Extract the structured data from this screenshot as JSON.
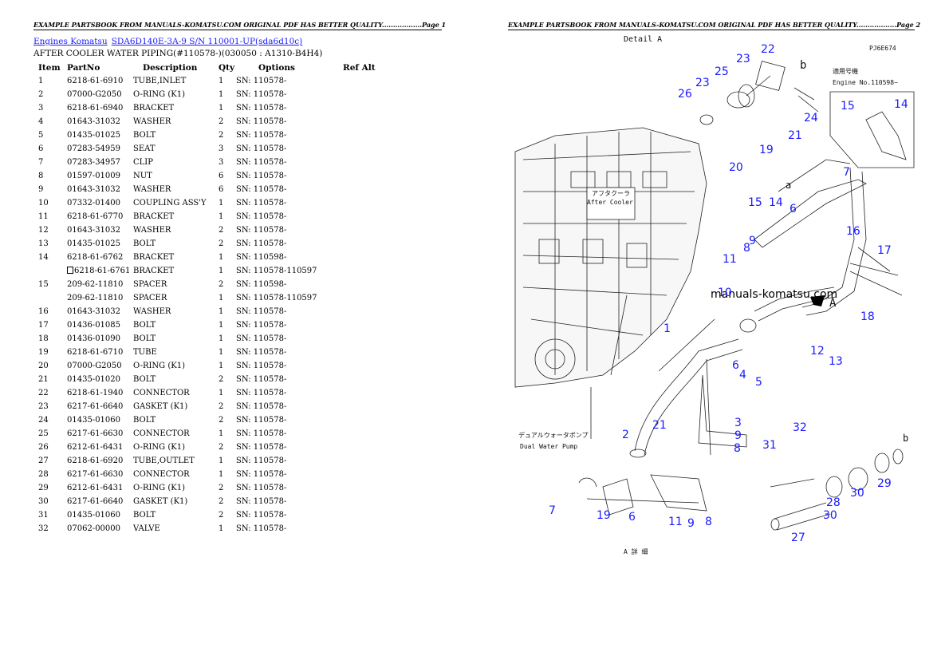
{
  "pages": [
    {
      "header": "EXAMPLE PARTSBOOK FROM MANUALS-KOMATSU.COM ORIGINAL PDF HAS BETTER QUALITY..................Page 1"
    },
    {
      "header": "EXAMPLE PARTSBOOK FROM MANUALS-KOMATSU.COM ORIGINAL PDF HAS BETTER QUALITY..................Page 2"
    }
  ],
  "breadcrumb": {
    "link1": "Engines Komatsu",
    "link2": "SDA6D140E-3A-9 S/N 110001-UP(sda6d10c)"
  },
  "subtitle": "AFTER COOLER WATER PIPING(#110578-)(030050 : A1310-B4H4)",
  "table": {
    "headers": [
      "Item",
      "PartNo",
      "Description",
      "Qty",
      "Options",
      "Ref Alt"
    ],
    "rows": [
      {
        "item": "1",
        "part": "6218-61-6910",
        "desc": "TUBE,INLET",
        "qty": "1",
        "opt": "SN: 110578-"
      },
      {
        "item": "2",
        "part": "07000-G2050",
        "desc": "O-RING (K1)",
        "qty": "1",
        "opt": "SN: 110578-"
      },
      {
        "item": "3",
        "part": "6218-61-6940",
        "desc": "BRACKET",
        "qty": "1",
        "opt": "SN: 110578-"
      },
      {
        "item": "4",
        "part": "01643-31032",
        "desc": "WASHER",
        "qty": "2",
        "opt": "SN: 110578-"
      },
      {
        "item": "5",
        "part": "01435-01025",
        "desc": "BOLT",
        "qty": "2",
        "opt": "SN: 110578-"
      },
      {
        "item": "6",
        "part": "07283-54959",
        "desc": "SEAT",
        "qty": "3",
        "opt": "SN: 110578-"
      },
      {
        "item": "7",
        "part": "07283-34957",
        "desc": "CLIP",
        "qty": "3",
        "opt": "SN: 110578-"
      },
      {
        "item": "8",
        "part": "01597-01009",
        "desc": "NUT",
        "qty": "6",
        "opt": "SN: 110578-"
      },
      {
        "item": "9",
        "part": "01643-31032",
        "desc": "WASHER",
        "qty": "6",
        "opt": "SN: 110578-"
      },
      {
        "item": "10",
        "part": "07332-01400",
        "desc": "COUPLING ASS'Y",
        "qty": "1",
        "opt": "SN: 110578-"
      },
      {
        "item": "11",
        "part": "6218-61-6770",
        "desc": "BRACKET",
        "qty": "1",
        "opt": "SN: 110578-"
      },
      {
        "item": "12",
        "part": "01643-31032",
        "desc": "WASHER",
        "qty": "2",
        "opt": "SN: 110578-"
      },
      {
        "item": "13",
        "part": "01435-01025",
        "desc": "BOLT",
        "qty": "2",
        "opt": "SN: 110578-"
      },
      {
        "item": "14",
        "part": "6218-61-6762",
        "desc": "BRACKET",
        "qty": "1",
        "opt": "SN: 110598-"
      },
      {
        "item": "",
        "part": "6218-61-6761",
        "desc": "BRACKET",
        "qty": "1",
        "opt": "SN: 110578-110597",
        "box": true
      },
      {
        "item": "15",
        "part": "209-62-11810",
        "desc": "SPACER",
        "qty": "2",
        "opt": "SN: 110598-"
      },
      {
        "item": "",
        "part": "209-62-11810",
        "desc": "SPACER",
        "qty": "1",
        "opt": "SN: 110578-110597"
      },
      {
        "item": "16",
        "part": "01643-31032",
        "desc": "WASHER",
        "qty": "1",
        "opt": "SN: 110578-"
      },
      {
        "item": "17",
        "part": "01436-01085",
        "desc": "BOLT",
        "qty": "1",
        "opt": "SN: 110578-"
      },
      {
        "item": "18",
        "part": "01436-01090",
        "desc": "BOLT",
        "qty": "1",
        "opt": "SN: 110578-"
      },
      {
        "item": "19",
        "part": "6218-61-6710",
        "desc": "TUBE",
        "qty": "1",
        "opt": "SN: 110578-"
      },
      {
        "item": "20",
        "part": "07000-G2050",
        "desc": "O-RING (K1)",
        "qty": "1",
        "opt": "SN: 110578-"
      },
      {
        "item": "21",
        "part": "01435-01020",
        "desc": "BOLT",
        "qty": "2",
        "opt": "SN: 110578-"
      },
      {
        "item": "22",
        "part": "6218-61-1940",
        "desc": "CONNECTOR",
        "qty": "1",
        "opt": "SN: 110578-"
      },
      {
        "item": "23",
        "part": "6217-61-6640",
        "desc": "GASKET (K1)",
        "qty": "2",
        "opt": "SN: 110578-"
      },
      {
        "item": "24",
        "part": "01435-01060",
        "desc": "BOLT",
        "qty": "2",
        "opt": "SN: 110578-"
      },
      {
        "item": "25",
        "part": "6217-61-6630",
        "desc": "CONNECTOR",
        "qty": "1",
        "opt": "SN: 110578-"
      },
      {
        "item": "26",
        "part": "6212-61-6431",
        "desc": "O-RING (K1)",
        "qty": "2",
        "opt": "SN: 110578-"
      },
      {
        "item": "27",
        "part": "6218-61-6920",
        "desc": "TUBE,OUTLET",
        "qty": "1",
        "opt": "SN: 110578-"
      },
      {
        "item": "28",
        "part": "6217-61-6630",
        "desc": "CONNECTOR",
        "qty": "1",
        "opt": "SN: 110578-"
      },
      {
        "item": "29",
        "part": "6212-61-6431",
        "desc": "O-RING (K1)",
        "qty": "2",
        "opt": "SN: 110578-"
      },
      {
        "item": "30",
        "part": "6217-61-6640",
        "desc": "GASKET (K1)",
        "qty": "2",
        "opt": "SN: 110578-"
      },
      {
        "item": "31",
        "part": "01435-01060",
        "desc": "BOLT",
        "qty": "2",
        "opt": "SN: 110578-"
      },
      {
        "item": "32",
        "part": "07062-00000",
        "desc": "VALVE",
        "qty": "1",
        "opt": "SN: 110578-"
      }
    ]
  },
  "diagram": {
    "detail_label": "Detail A",
    "code": "PJ6E674",
    "serial_note_jp": "適用号機",
    "serial_note": "Engine No.110598~",
    "after_cooler_jp": "アフタクーラ",
    "after_cooler": "After Cooler",
    "water_pump_jp": "デュアルウォータポンプ",
    "water_pump": "Dual Water Pump",
    "detail_bottom": "A 詳 細",
    "watermark": "manuals-komatsu.com",
    "letter_a": "A",
    "letter_b1": "b",
    "letter_b2": "b",
    "letter_a2": "a",
    "callouts": [
      "22",
      "23",
      "23",
      "25",
      "26",
      "24",
      "21",
      "19",
      "20",
      "15",
      "14",
      "6",
      "8",
      "9",
      "11",
      "10",
      "1",
      "7",
      "16",
      "17",
      "18",
      "12",
      "13",
      "4",
      "5",
      "6",
      "3",
      "9",
      "8",
      "2",
      "21",
      "15",
      "14",
      "32",
      "31",
      "29",
      "30",
      "28",
      "27",
      "30",
      "7",
      "19",
      "6",
      "11",
      "9",
      "8"
    ]
  }
}
